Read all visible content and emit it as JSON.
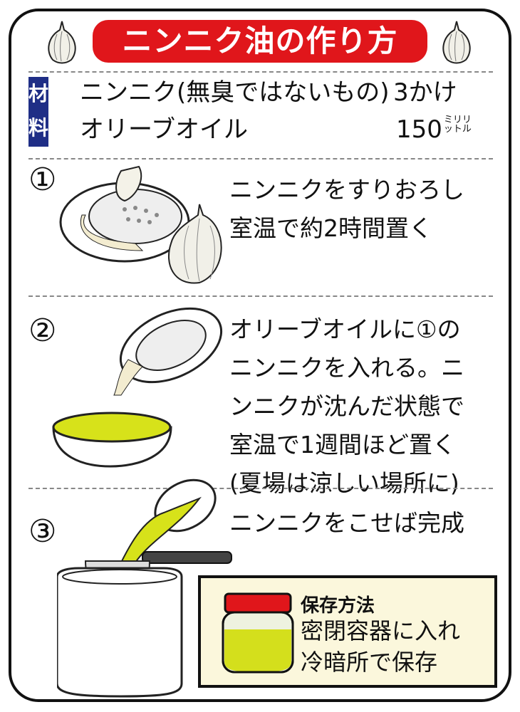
{
  "title": "ニンニク油の作り方",
  "ingredients": {
    "label": "材料",
    "items": [
      {
        "name": "ニンニク(無臭ではないもの)",
        "amount": "3かけ"
      },
      {
        "name": "オリーブオイル",
        "amount": "150",
        "unit": "ミリリットル"
      }
    ]
  },
  "steps": [
    {
      "number": "①",
      "text": "ニンニクをすりおろし\n室温で約2時間置く"
    },
    {
      "number": "②",
      "text": "オリーブオイルに①の\nニンニクを入れる。ニ\nンニクが沈んだ状態で\n室温で1週間ほど置く\n(夏場は涼しい場所に)"
    },
    {
      "number": "③",
      "text": "ニンニクをこせば完成"
    }
  ],
  "storage": {
    "heading": "保存方法",
    "text": "密閉容器に入れ\n冷暗所で保存"
  },
  "colors": {
    "title_bg": "#e0161b",
    "label_bg": "#1f2e86",
    "oil": "#d7e21a",
    "storage_bg": "#fbf7dc"
  }
}
